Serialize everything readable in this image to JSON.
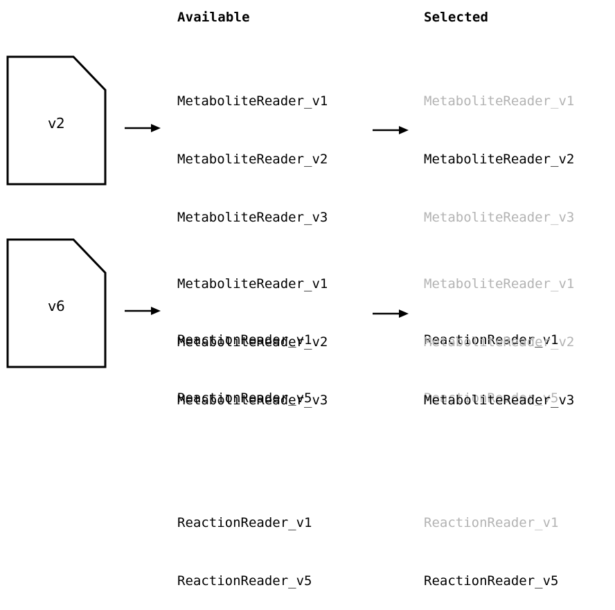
{
  "headers": {
    "available": "Available",
    "selected": "Selected"
  },
  "groups": [
    {
      "file_label": "v2",
      "available": {
        "metabolite": [
          "MetaboliteReader_v1",
          "MetaboliteReader_v2",
          "MetaboliteReader_v3"
        ],
        "reaction": [
          "ReactionReader_v1",
          "ReactionReader_v5"
        ]
      },
      "selected": {
        "metabolite": [
          "MetaboliteReader_v1",
          "MetaboliteReader_v2",
          "MetaboliteReader_v3"
        ],
        "reaction": [
          "ReactionReader_v1",
          "ReactionReader_v5"
        ]
      },
      "selected_active": {
        "metabolite": [
          false,
          true,
          false
        ],
        "reaction": [
          true,
          false
        ]
      }
    },
    {
      "file_label": "v6",
      "available": {
        "metabolite": [
          "MetaboliteReader_v1",
          "MetaboliteReader_v2",
          "MetaboliteReader_v3"
        ],
        "reaction": [
          "ReactionReader_v1",
          "ReactionReader_v5"
        ]
      },
      "selected": {
        "metabolite": [
          "MetaboliteReader_v1",
          "MetaboliteReader_v2",
          "MetaboliteReader_v3"
        ],
        "reaction": [
          "ReactionReader_v1",
          "ReactionReader_v5"
        ]
      },
      "selected_active": {
        "metabolite": [
          false,
          false,
          true
        ],
        "reaction": [
          false,
          true
        ]
      }
    }
  ],
  "colors": {
    "active": "#000000",
    "inactive": "#b3b3b3"
  }
}
